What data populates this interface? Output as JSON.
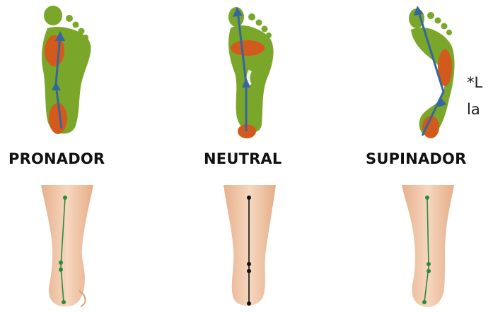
{
  "colors": {
    "foot_green": "#7aa62a",
    "pressure_orange": "#d35a1d",
    "arrow_blue": "#3566a0",
    "skin": "#f1c9a8",
    "line_green": "#2a8a3c",
    "line_black": "#111111"
  },
  "panels": [
    {
      "id": "pronador",
      "label": "PRONADOR",
      "axis_line_color": "green"
    },
    {
      "id": "neutral",
      "label": "NEUTRAL",
      "axis_line_color": "black"
    },
    {
      "id": "supinador",
      "label": "SUPINADOR",
      "axis_line_color": "green"
    }
  ],
  "note": {
    "line1": "*L",
    "line2": "la"
  }
}
